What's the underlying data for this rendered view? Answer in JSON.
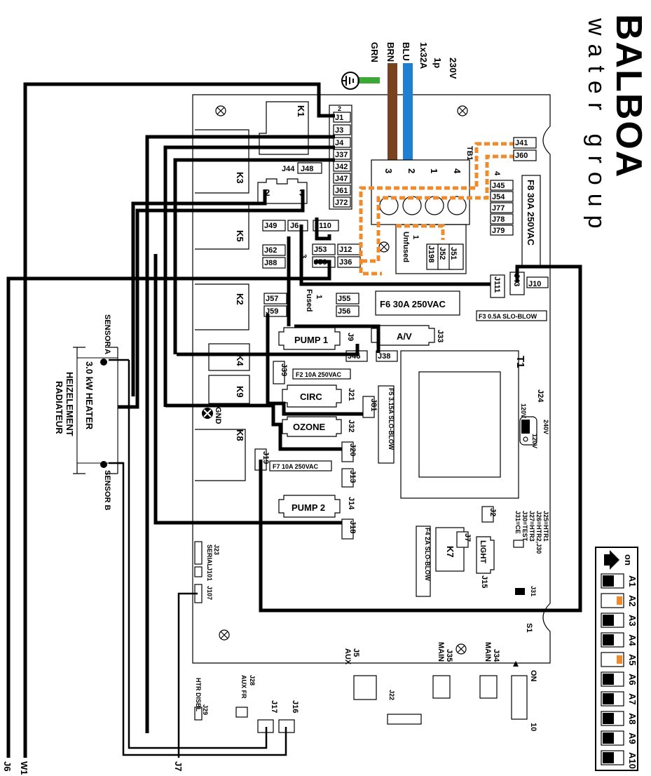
{
  "brand": {
    "name": "BALBOA",
    "tagline": "water group"
  },
  "supply": {
    "voltage": "230V",
    "phase": "1p",
    "current": "1x32A",
    "blu": "BLU",
    "brn": "BRN",
    "grn": "GRN"
  },
  "terminal_block": {
    "label": "TB1",
    "pins": [
      "3",
      "2",
      "1",
      "4"
    ]
  },
  "connectors_left": [
    "J1",
    "J3",
    "J4",
    "J37",
    "J42",
    "J47",
    "J61",
    "J72"
  ],
  "connector_top_index": "2",
  "relays": [
    "K1",
    "K3",
    "K5",
    "K2",
    "K4",
    "K9",
    "K8",
    "K7"
  ],
  "j44": {
    "label": "J44",
    "j48": "J48",
    "pin2": "2",
    "pin3": "3"
  },
  "mid_labels": {
    "j49": "J49",
    "j6": "J6",
    "j110": "J110",
    "j53": "J53",
    "j12": "J12",
    "j58": "J58",
    "j36": "J36",
    "three": "3",
    "j62": "J62",
    "j88": "J88",
    "j57": "J57",
    "j59": "J59",
    "j55": "J55",
    "j56": "J56",
    "fused_num": "1",
    "fused": "Fused",
    "j198": "J198",
    "j52": "J52",
    "j51": "J51",
    "unfused_num": "1",
    "unfused": "Unfused"
  },
  "right_labels": {
    "j41": "J41",
    "j60": "J60",
    "four": "4",
    "j45": "J45",
    "j54": "J54",
    "j77": "J77",
    "j78": "J78",
    "j79": "J79",
    "f8": "F8 30A 250VAC",
    "j111": "J111",
    "j43": "J43",
    "j10": "J10",
    "f3": "F3 0.5A SLO-BLOW",
    "f6": "F6 30A 250VAC"
  },
  "components": {
    "pump1": "PUMP 1",
    "av": "A/V",
    "j9": "J9",
    "j33": "J33",
    "j46": "J46",
    "j38": "J38",
    "t1": "T1",
    "j39": "J39",
    "f2": "F2 10A 250VAC",
    "circ": "CIRC",
    "j21": "J21",
    "j81": "J81",
    "f5": "F5 3.15A SLO-BLOW",
    "ozone": "OZONE",
    "j32": "J32",
    "j24": "J24",
    "v240": "240V",
    "v120a": "120V",
    "v120b": "120V",
    "gnd": "GND",
    "j19": "J19",
    "j20": "J20",
    "f7": "F7 10A 250VAC",
    "j13": "J13",
    "pump2": "PUMP 2",
    "j14": "J14",
    "j18": "J18",
    "j2": "J2",
    "j25": "J25=HTR1",
    "j26": "J26=HTR2,J30",
    "j27": "J27=HTR3",
    "j30": "J30=TEST",
    "j31b": "J31=CE",
    "j7": "J7",
    "f4": "F4 2A SLO-BLOW",
    "light": "LIGHT",
    "j15": "J15",
    "j31": "J31"
  },
  "bottom": {
    "j23": "J23",
    "serial": "SERIAL",
    "j101": "J101",
    "j107": "J107",
    "j28": "J28",
    "auxfr": "AUX FR",
    "j29": "J29",
    "htr_disbl": "HTR DISBL",
    "j17": "J17",
    "j16": "J16",
    "j5": "J5",
    "aux": "AUX",
    "j22": "J22",
    "j35": "J35",
    "main1": "MAIN",
    "j34": "J34",
    "main2": "MAIN",
    "s1": "S1",
    "on": "ON",
    "ten": "10"
  },
  "heater": {
    "title": "3.0 kW HEATER",
    "line1": "HEIZELEMENT",
    "line2": "RADIATEUR",
    "sensor_a": "SENSOR A",
    "sensor_b": "SENSOR B"
  },
  "wire_ends": {
    "j6": "J6",
    "w1": "W1",
    "j7": "J7"
  },
  "dip": {
    "on": "on",
    "labels": [
      "A1",
      "A2",
      "A3",
      "A4",
      "A5",
      "A6",
      "A7",
      "A8",
      "A9",
      "A10"
    ],
    "switched_on": [
      "A2",
      "A5"
    ],
    "accent": "#f08a2a"
  },
  "colors": {
    "brn": "#7a4320",
    "blu": "#1f7fd0",
    "grn": "#3aa935",
    "orange": "#f08a2a"
  }
}
